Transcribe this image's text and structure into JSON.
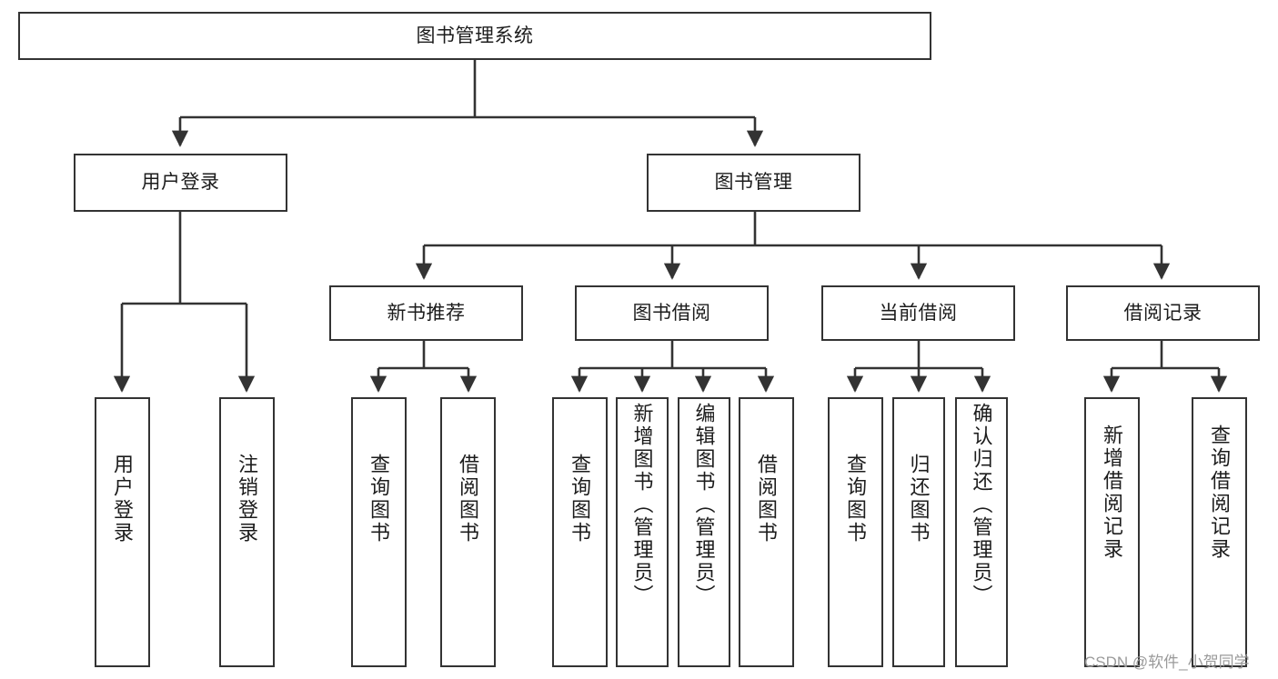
{
  "diagram": {
    "type": "tree",
    "title": "图书管理系统",
    "orientation": "top-down",
    "root": {
      "id": "root",
      "label": "图书管理系统",
      "text_direction": "horizontal"
    },
    "level2": [
      {
        "id": "user-login",
        "label": "用户登录",
        "text_direction": "horizontal"
      },
      {
        "id": "book-management",
        "label": "图书管理",
        "text_direction": "horizontal"
      }
    ],
    "level3": [
      {
        "id": "new-book-recommend",
        "label": "新书推荐",
        "text_direction": "horizontal"
      },
      {
        "id": "book-borrow",
        "label": "图书借阅",
        "text_direction": "horizontal"
      },
      {
        "id": "current-borrow",
        "label": "当前借阅",
        "text_direction": "horizontal"
      },
      {
        "id": "borrow-record",
        "label": "借阅记录",
        "text_direction": "horizontal"
      }
    ],
    "leaves": [
      {
        "id": "leaf-user-login",
        "label": "用户登录",
        "parent": "user-login",
        "text_direction": "vertical"
      },
      {
        "id": "leaf-logout",
        "label": "注销登录",
        "parent": "user-login",
        "text_direction": "vertical"
      },
      {
        "id": "leaf-query-book-1",
        "label": "查询图书",
        "parent": "new-book-recommend",
        "text_direction": "vertical"
      },
      {
        "id": "leaf-borrow-book-1",
        "label": "借阅图书",
        "parent": "new-book-recommend",
        "text_direction": "vertical"
      },
      {
        "id": "leaf-query-book-2",
        "label": "查询图书",
        "parent": "book-borrow",
        "text_direction": "vertical"
      },
      {
        "id": "leaf-add-book",
        "label": "新增图书（管理员）",
        "parent": "book-borrow",
        "text_direction": "vertical"
      },
      {
        "id": "leaf-edit-book",
        "label": "编辑图书（管理员）",
        "parent": "book-borrow",
        "text_direction": "vertical"
      },
      {
        "id": "leaf-borrow-book-2",
        "label": "借阅图书",
        "parent": "book-borrow",
        "text_direction": "vertical"
      },
      {
        "id": "leaf-query-book-3",
        "label": "查询图书",
        "parent": "current-borrow",
        "text_direction": "vertical"
      },
      {
        "id": "leaf-return-book",
        "label": "归还图书",
        "parent": "current-borrow",
        "text_direction": "vertical"
      },
      {
        "id": "leaf-confirm-return",
        "label": "确认归还（管理员）",
        "parent": "current-borrow",
        "text_direction": "vertical"
      },
      {
        "id": "leaf-add-record",
        "label": "新增借阅记录",
        "parent": "borrow-record",
        "text_direction": "vertical"
      },
      {
        "id": "leaf-query-record",
        "label": "查询借阅记录",
        "parent": "borrow-record",
        "text_direction": "vertical"
      }
    ]
  },
  "watermark": {
    "text": "CSDN @软件_小贺同学"
  },
  "colors": {
    "border": "#333333",
    "background": "#ffffff",
    "text": "#1c1c1c",
    "edge": "#333333",
    "watermark": "#9a9a9a"
  }
}
